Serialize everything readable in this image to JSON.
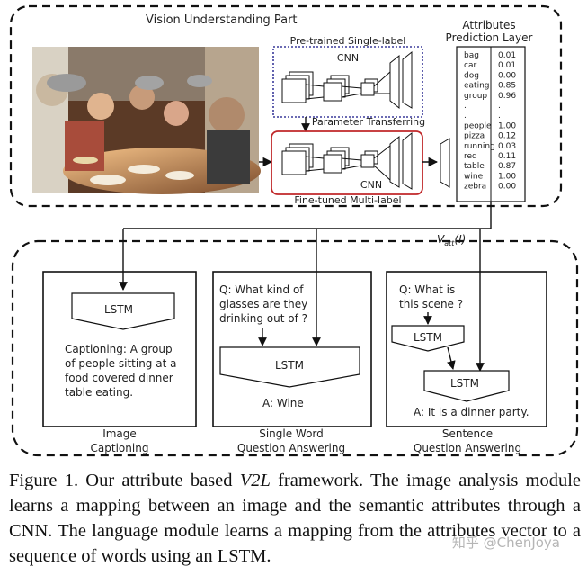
{
  "vision": {
    "title": "Vision Understanding Part",
    "pretrained_label_1": "Pre-trained Single-label",
    "pretrained_label_2": "CNN",
    "transfer_label": "Parameter Transferring",
    "finetuned_cnn_label": "CNN",
    "finetuned_label": "Fine-tuned Multi-label"
  },
  "attributes": {
    "title_1": "Attributes",
    "title_2": "Prediction Layer",
    "rows": [
      {
        "name": "bag",
        "value": "0.01"
      },
      {
        "name": "car",
        "value": "0.01"
      },
      {
        "name": "dog",
        "value": "0.00"
      },
      {
        "name": "eating",
        "value": "0.85"
      },
      {
        "name": "group",
        "value": "0.96"
      },
      {
        "name": ".",
        "value": "."
      },
      {
        "name": ".",
        "value": "."
      },
      {
        "name": "people",
        "value": "1.00"
      },
      {
        "name": "pizza",
        "value": "0.12"
      },
      {
        "name": "running",
        "value": "0.03"
      },
      {
        "name": "red",
        "value": "0.11"
      },
      {
        "name": "table",
        "value": "0.87"
      },
      {
        "name": "wine",
        "value": "1.00"
      },
      {
        "name": "zebra",
        "value": "0.00"
      }
    ]
  },
  "vatt_label": "V_att(I)",
  "panels": {
    "captioning": {
      "lstm": "LSTM",
      "text": [
        "Captioning: A group",
        "of people sitting at a",
        "food covered dinner",
        "table eating."
      ],
      "label_1": "Image",
      "label_2": "Captioning"
    },
    "single_word": {
      "question": [
        "Q: What kind of",
        "glasses are they",
        "drinking out of ?"
      ],
      "lstm": "LSTM",
      "answer": "A: Wine",
      "label_1": "Single Word",
      "label_2": "Question Answering"
    },
    "sentence": {
      "question": [
        "Q:  What  is",
        "this scene ?"
      ],
      "lstm_1": "LSTM",
      "lstm_2": "LSTM",
      "answer": "A: It is a dinner party.",
      "label_1": "Sentence",
      "label_2": "Question Answering"
    }
  },
  "caption": {
    "prefix": "Figure 1. Our attribute based ",
    "emph": "V2L",
    "suffix": " framework.  The image analysis module learns a mapping between an image and the semantic attributes through a CNN. The language module learns a mapping from the attributes vector to a sequence of words using an LSTM."
  },
  "watermark": "知乎 @ChenJoya"
}
